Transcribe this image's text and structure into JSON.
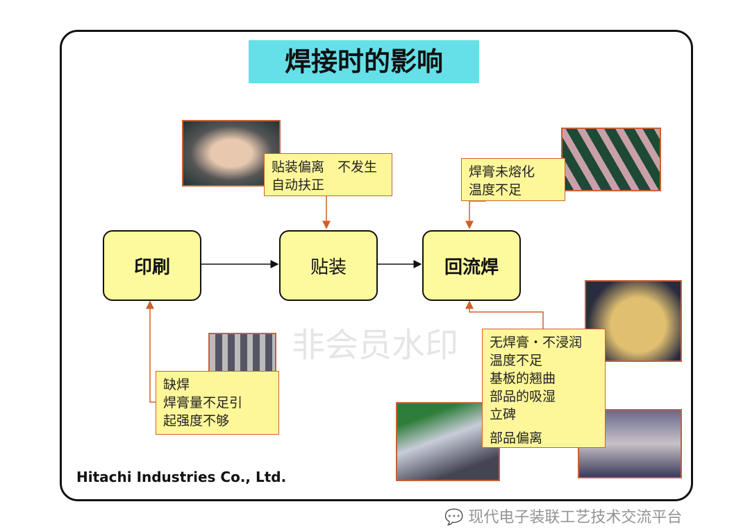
{
  "title": "焊接时的影响",
  "nodes": {
    "print": "印刷",
    "mount": "贴装",
    "reflow": "回流焊"
  },
  "notes": {
    "mount": [
      "贴装偏离　不发生",
      "自动扶正"
    ],
    "reflow_top": [
      "焊膏未熔化",
      "温度不足"
    ],
    "print": [
      "缺焊",
      "焊膏量不足引",
      "起强度不够"
    ],
    "reflow_bottom": [
      "无焊膏・不浸润",
      "温度不足",
      "基板的翘曲",
      "部品的吸湿",
      "立碑",
      "部品偏离"
    ]
  },
  "footer": {
    "company": "Hitachi Industries Co., Ltd.",
    "wechat_watermark": "现代电子装联工艺技术交流平台"
  },
  "watermark": "非会员水印"
}
